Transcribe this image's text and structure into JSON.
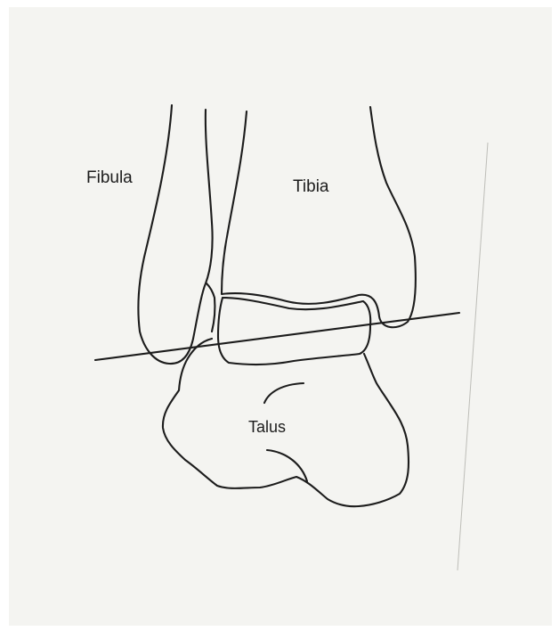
{
  "labels": {
    "fibula": "Fibula",
    "tibia": "Tibia",
    "talus": "Talus"
  },
  "colors": {
    "ink": "#1c1c1c",
    "paper": "#f4f4f1",
    "background": "#ffffff"
  }
}
